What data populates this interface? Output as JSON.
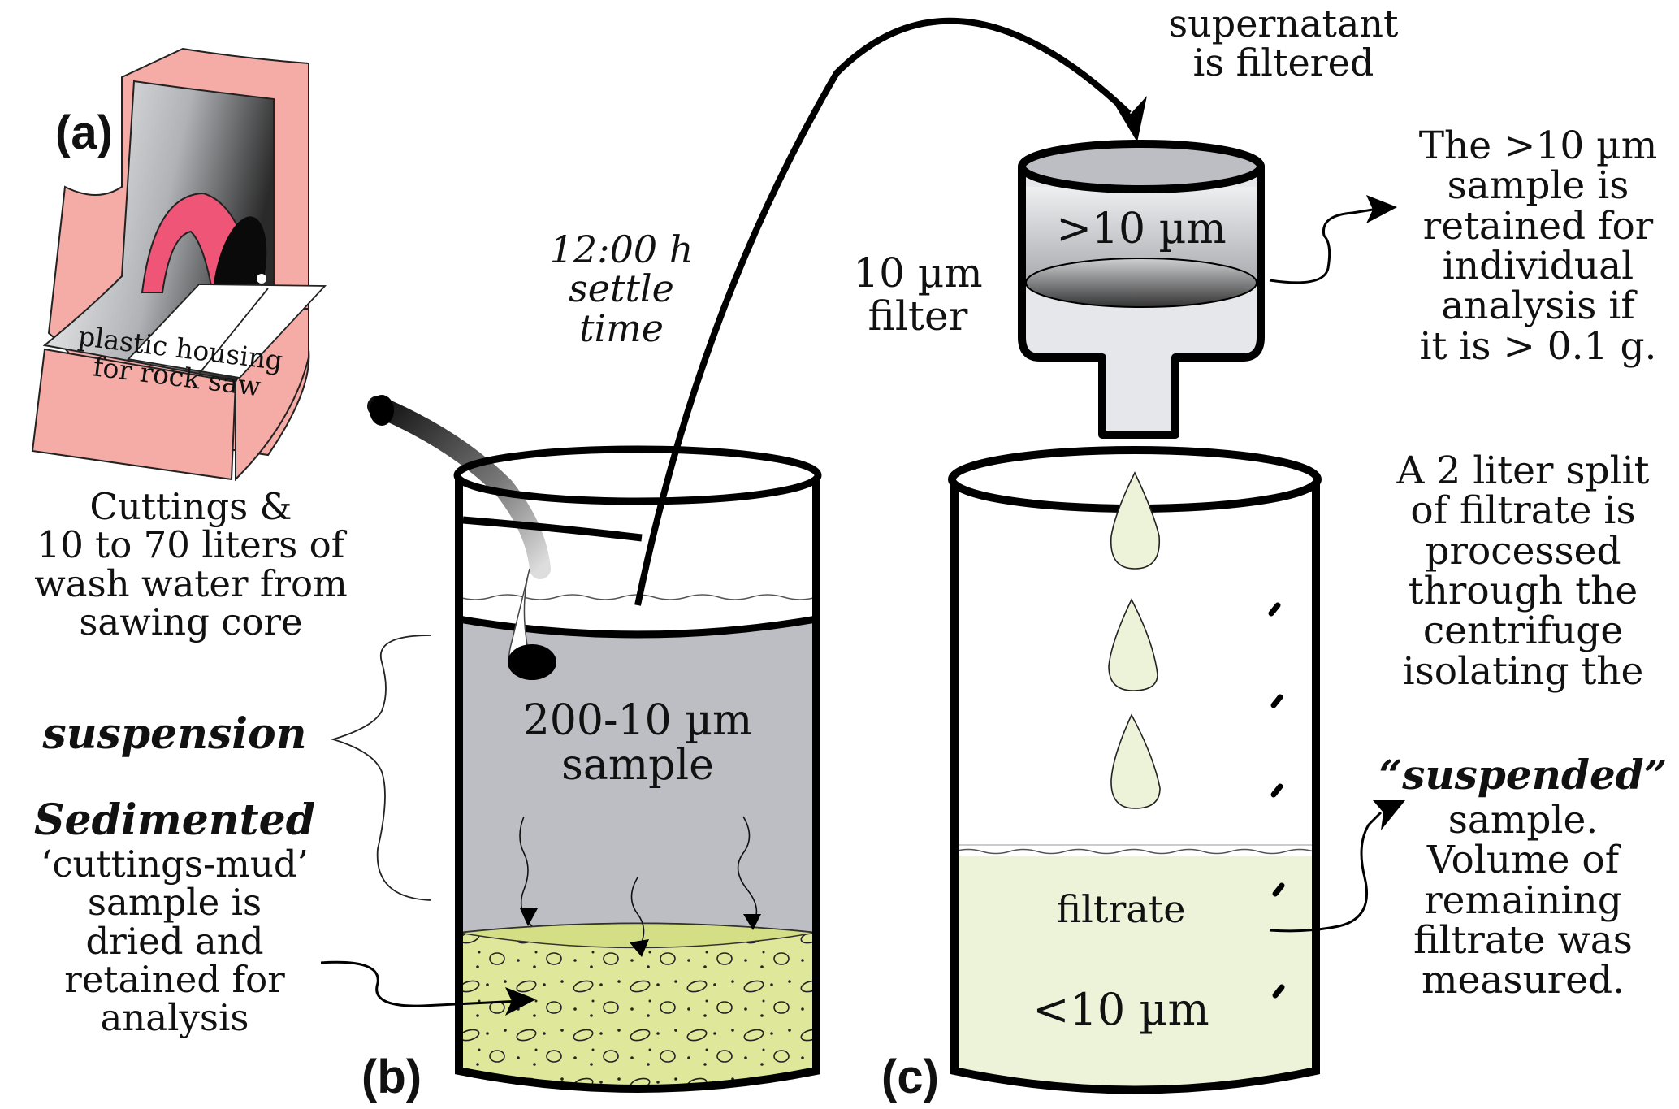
{
  "panels": {
    "a": "(a)",
    "b": "(b)",
    "c": "(c)"
  },
  "saw": {
    "label": "plastic housing\nfor rock saw"
  },
  "settle": {
    "label": "12:00 h\nsettle\ntime"
  },
  "filter": {
    "label": "10 µm\nfilter",
    "retained_label": ">10 µm"
  },
  "supernatant": {
    "label": "supernatant\nis filtered"
  },
  "retained_note": {
    "label": "The >10 µm\nsample is\nretained for\nindividual\nanalysis if\nit is > 0.1 g."
  },
  "left_notes": {
    "wash": "Cuttings &\n10 to 70 liters of\nwash water from\nsawing core",
    "suspension": "suspension",
    "sedimented": "Sedimented",
    "dried": "‘cuttings-mud’\nsample is\ndried and\nretained for\nanalysis"
  },
  "beaker_b": {
    "label": "200-10 µm\nsample"
  },
  "beaker_c": {
    "filtrate": "filtrate",
    "size": "<10 µm"
  },
  "right_notes": {
    "split": "A 2 liter split\nof filtrate is\nprocessed\nthrough the\ncentrifuge\nisolating the",
    "suspended": "“suspended”",
    "volume": "sample.\nVolume of\nremaining\nfiltrate was\nmeasured."
  },
  "colors": {
    "housing": "#f5aba6",
    "blade_guard": "#ee5577",
    "suspension": "#bdbec3",
    "sediment": "#dfe89a",
    "filtrate": "#edf3d8",
    "filter_body": "#e6e7ea"
  }
}
